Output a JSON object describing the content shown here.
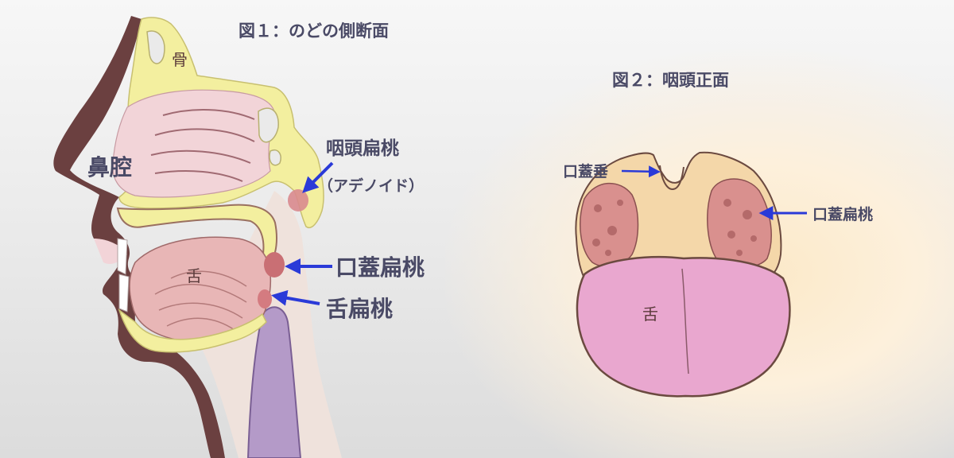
{
  "figure1": {
    "title": "図１：のどの側断面",
    "labels": {
      "bone": "骨",
      "nasal_cavity": "鼻腔",
      "tongue": "舌",
      "adenoid_line1": "咽頭扁桃",
      "adenoid_line2": "（アデノイド）",
      "palatine_tonsil": "口蓋扁桃",
      "lingual_tonsil": "舌扁桃"
    }
  },
  "figure2": {
    "title": "図２：咽頭正面",
    "labels": {
      "uvula": "口蓋垂",
      "palatine_tonsil": "口蓋扁桃",
      "tongue": "舌"
    }
  },
  "colors": {
    "arrow": "#2a3ad8",
    "bone": "#f3ef9f",
    "tissue": "#f2d4d8",
    "tonsil": "#d98a8e",
    "tongue_front": "#e9a7cf",
    "skin_outline": "#6b4040"
  }
}
